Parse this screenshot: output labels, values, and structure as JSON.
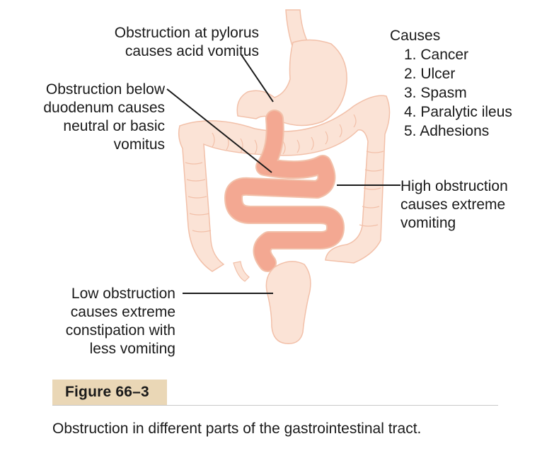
{
  "labels": {
    "pylorus": [
      "Obstruction at pylorus",
      "causes acid vomitus"
    ],
    "duodenum": [
      "Obstruction below",
      "duodenum causes",
      "neutral or basic",
      "vomitus"
    ],
    "high": [
      "High obstruction",
      "causes extreme",
      "vomiting"
    ],
    "low": [
      "Low obstruction",
      "causes extreme",
      "constipation with",
      "less vomiting"
    ]
  },
  "causes": {
    "title": "Causes",
    "items": [
      "1. Cancer",
      "2. Ulcer",
      "3. Spasm",
      "4. Paralytic ileus",
      "5. Adhesions"
    ]
  },
  "figure": {
    "label": "Figure 66–3",
    "caption": "Obstruction in different parts of the gastrointestinal tract."
  },
  "colors": {
    "organ_light": "#fbe3d6",
    "organ_stroke": "#f2c0a9",
    "small_intestine": "#f3a892",
    "leader_line": "#1a1a1a",
    "figure_tab": "#ead7b6"
  }
}
